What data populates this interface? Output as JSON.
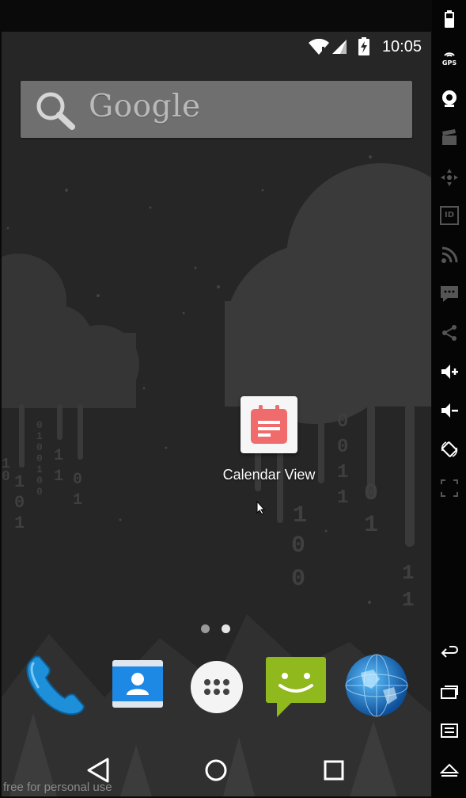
{
  "status": {
    "time": "10:05"
  },
  "search": {
    "logo": "Google"
  },
  "app": {
    "label": "Calendar View"
  },
  "dock": [
    {
      "name": "Phone"
    },
    {
      "name": "Contacts"
    },
    {
      "name": "All apps"
    },
    {
      "name": "Messaging"
    },
    {
      "name": "Browser"
    }
  ],
  "watermark": "free for personal use",
  "toolbar": {
    "gps_label": "GPS",
    "id_label": "ID"
  },
  "colors": {
    "background": "#262626",
    "search_bar": "#6f6f6f",
    "calendar_accent": "#f06c6c",
    "sms_green": "#8fb91c",
    "phone_blue": "#1e90d9"
  }
}
